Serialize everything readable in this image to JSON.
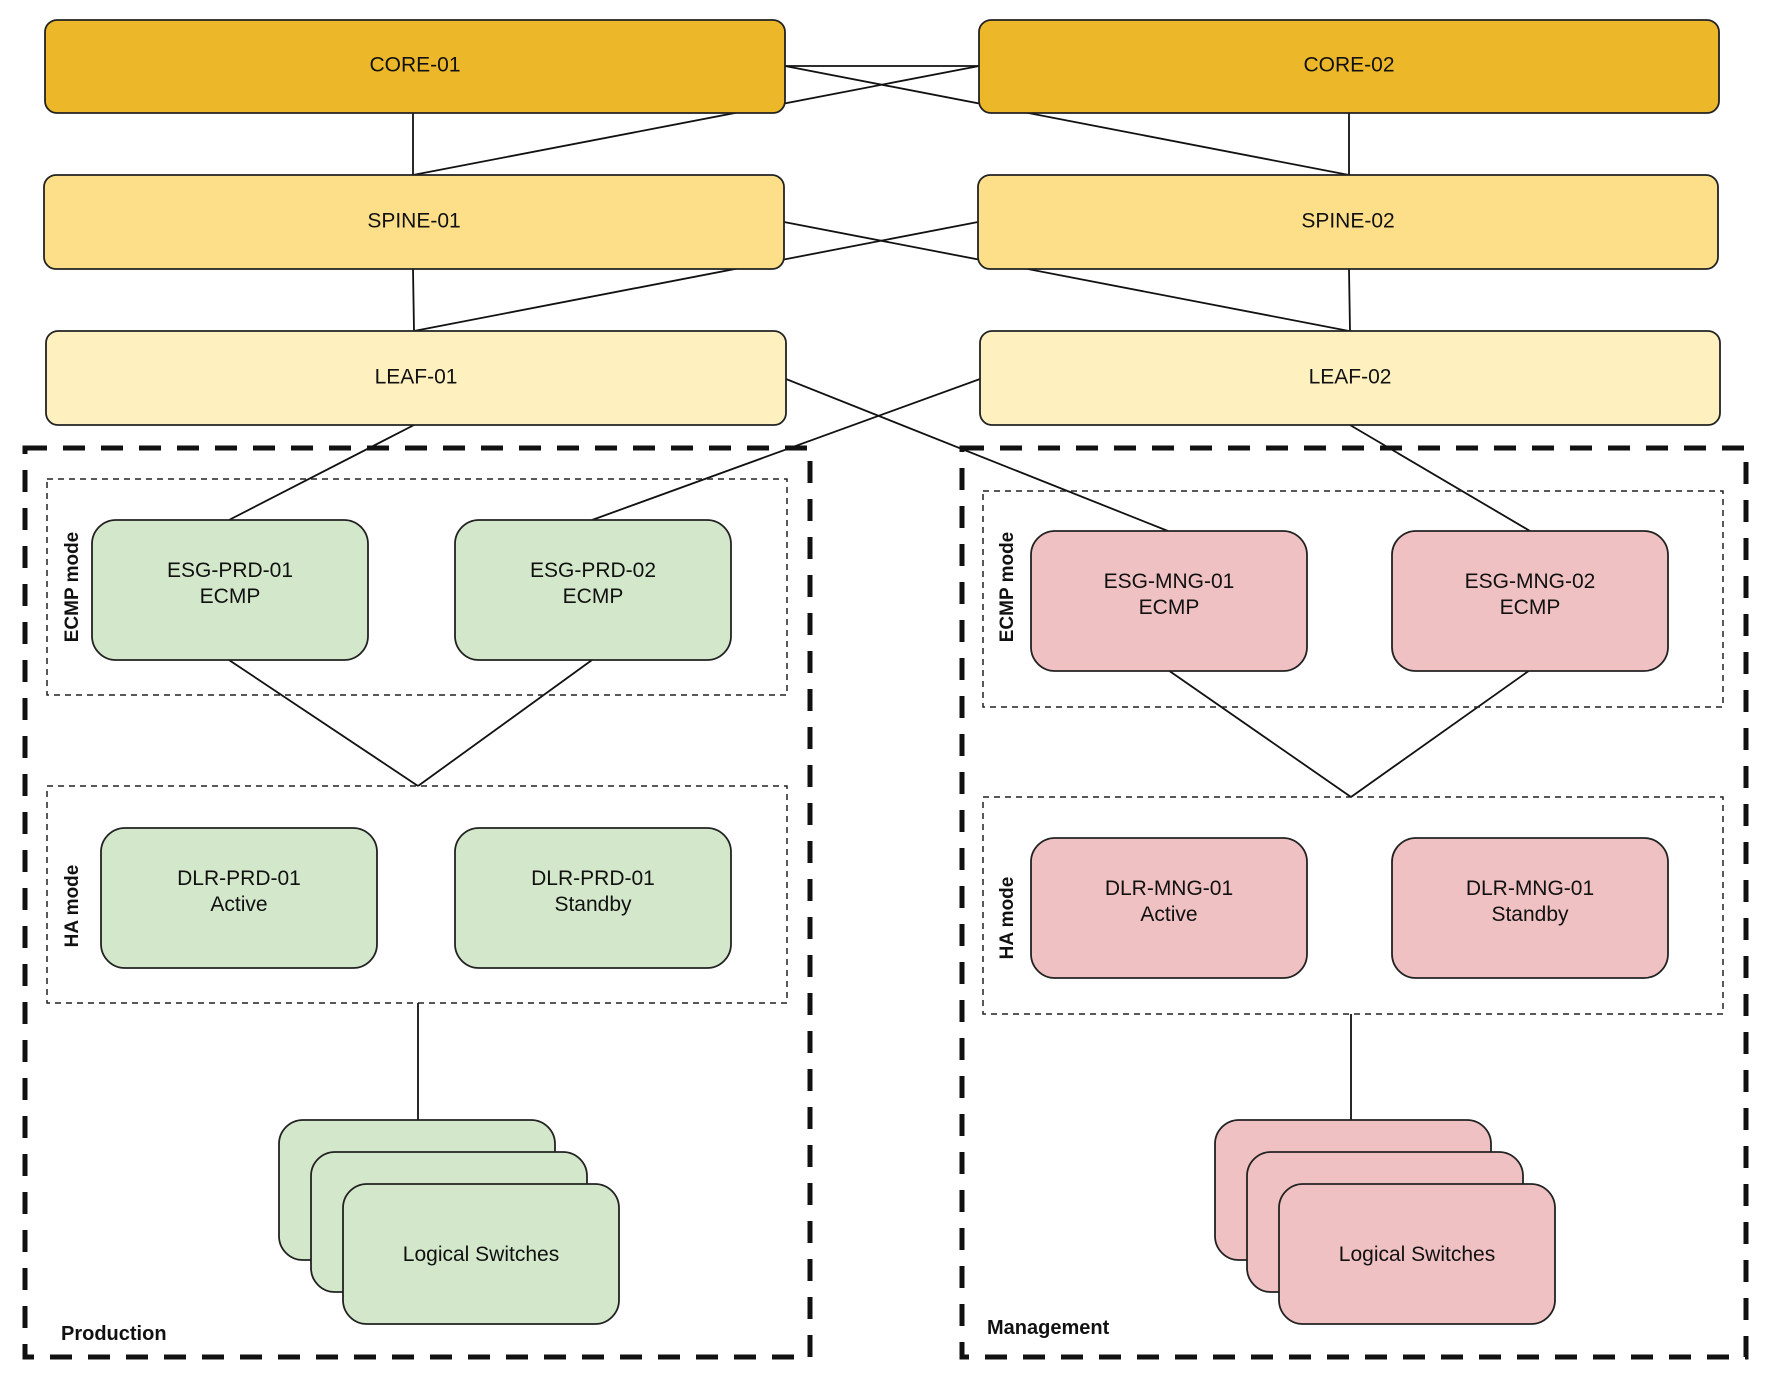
{
  "colors": {
    "core": "#ecb82a",
    "spine": "#fddf8a",
    "leaf": "#fff0c0",
    "production": "#d3e8cb",
    "management": "#f0c1c2"
  },
  "network": {
    "core": [
      "CORE-01",
      "CORE-02"
    ],
    "spine": [
      "SPINE-01",
      "SPINE-02"
    ],
    "leaf": [
      "LEAF-01",
      "LEAF-02"
    ]
  },
  "production": {
    "zone_label": "Production",
    "ecmp_mode_label": "ECMP mode",
    "ha_mode_label": "HA mode",
    "esg": [
      {
        "name": "ESG-PRD-01",
        "mode": "ECMP"
      },
      {
        "name": "ESG-PRD-02",
        "mode": "ECMP"
      }
    ],
    "dlr": [
      {
        "name": "DLR-PRD-01",
        "role": "Active"
      },
      {
        "name": "DLR-PRD-01",
        "role": "Standby"
      }
    ],
    "switches_label": "Logical Switches"
  },
  "management": {
    "zone_label": "Management",
    "ecmp_mode_label": "ECMP mode",
    "ha_mode_label": "HA mode",
    "esg": [
      {
        "name": "ESG-MNG-01",
        "mode": "ECMP"
      },
      {
        "name": "ESG-MNG-02",
        "mode": "ECMP"
      }
    ],
    "dlr": [
      {
        "name": "DLR-MNG-01",
        "role": "Active"
      },
      {
        "name": "DLR-MNG-01",
        "role": "Standby"
      }
    ],
    "switches_label": "Logical Switches"
  }
}
